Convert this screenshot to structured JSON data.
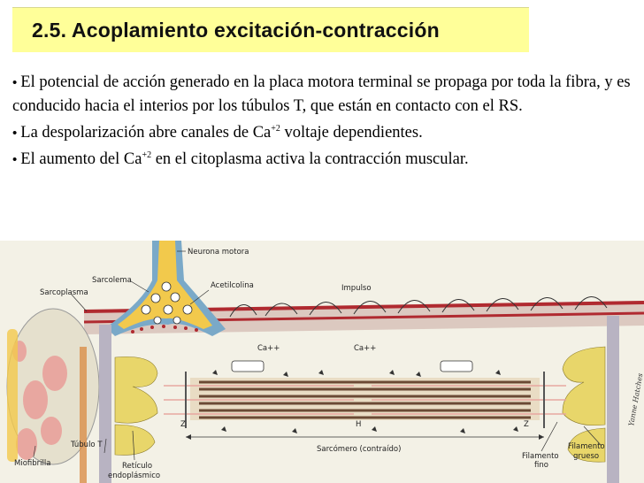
{
  "title": "2.5. Acoplamiento excitación-contracción",
  "bullets": {
    "b1": "El potencial de acción generado en la placa motora terminal se propaga por toda la fibra, y es conducido hacia el interios por los túbulos T, que están en contacto con el RS.",
    "b2_pre": "La despolarización abre canales de Ca",
    "b2_sup": "+2",
    "b2_post": " voltaje dependientes.",
    "b3_pre": "El aumento del Ca",
    "b3_sup": "+2",
    "b3_post": " en el citoplasma activa la contracción muscular."
  },
  "figure": {
    "neurona_motora": "Neurona motora",
    "sarcolema": "Sarcolema",
    "sarcoplasma": "Sarcoplasma",
    "acetilcolina": "Acetilcolina",
    "impulso": "Impulso",
    "ca_left": "Ca++",
    "ca_right": "Ca++",
    "z_left": "Z",
    "h": "H",
    "z_right": "Z",
    "tubulo_t": "Túbulo T",
    "miofibrilla": "Miofibrilla",
    "reticulo_1": "Retículo",
    "reticulo_2": "endoplásmico",
    "sarcomero": "Sarcómero (contraído)",
    "filamento_fino_1": "Filamento",
    "filamento_fino_2": "fino",
    "filamento_grueso_1": "Filamento",
    "filamento_grueso_2": "grueso",
    "signature": "Yanne Hatches"
  },
  "colors": {
    "title_bg": "#ffff99",
    "membrane": "#b02a30",
    "nerve": "#f2c94c",
    "reticulum": "#e8d66a",
    "myofibril_pink": "#e8a7a0",
    "filament_dark": "#6b4a35"
  }
}
